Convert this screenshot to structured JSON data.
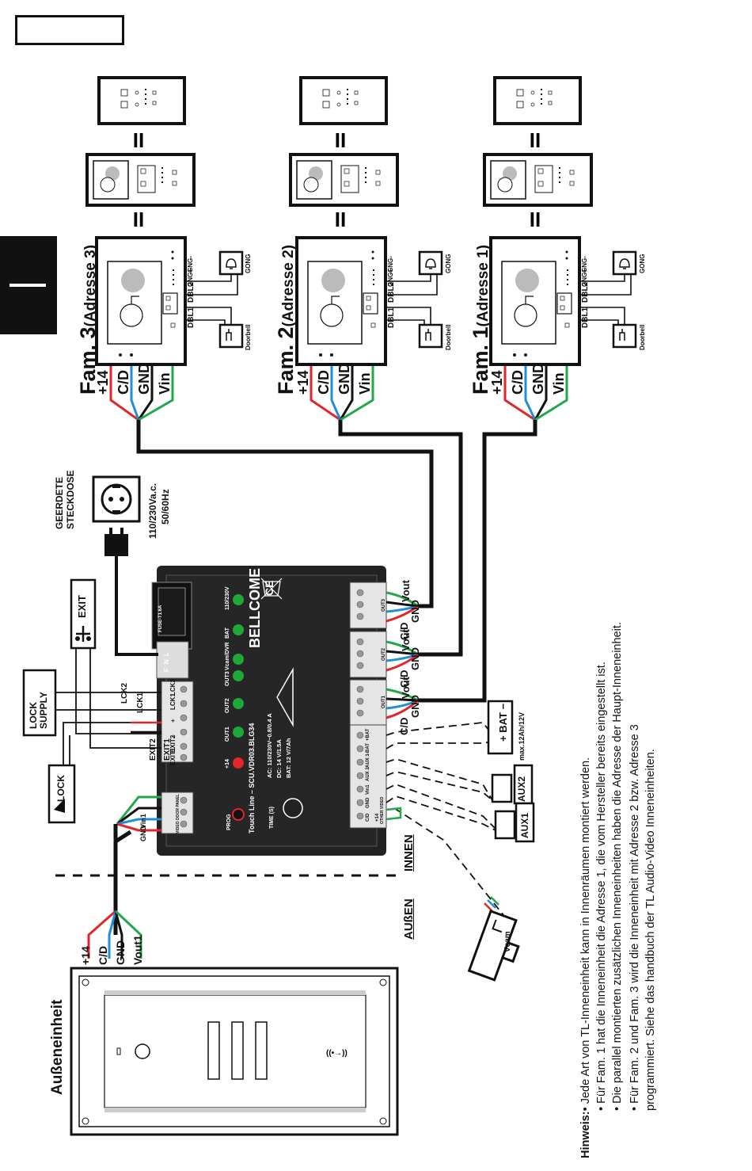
{
  "labels": {
    "outdoor_unit": "Außeneinheit",
    "inside": "INNEN",
    "outside": "AUßEN",
    "brand": "BELLCOME",
    "model": "Touch Line – SCU.VDR03.BLG34",
    "specs": [
      "AC: 110/230V~0.8/0.4 A",
      "DC: 14 V/1.5A",
      "BAT: 12 V/7Ah"
    ],
    "time": "TIME (S)",
    "prog": "PROG",
    "fuse": "FUSE-T1.6A",
    "socket_title": "GEERDETE STECKDOSE",
    "socket_voltage": "110/230Va.c.",
    "socket_freq": "50/60Hz",
    "exit": "EXIT",
    "lock_supply": "LOCK SUPPLY",
    "lock": "LOCK",
    "vcam": "Vcam",
    "aux1": "AUX1",
    "aux2": "AUX2",
    "bat": "BAT",
    "bat_spec": "max.12Ah/12V",
    "doorbell": "Doorbell",
    "gong": "GONG",
    "dbl1": "DBL1",
    "dbl2": "DBL2",
    "gnd_plus": "GNG+",
    "gnd_minus": "GNG-"
  },
  "families": [
    {
      "name": "Fam. 3",
      "address": "(Adresse 3)"
    },
    {
      "name": "Fam. 2",
      "address": "(Adresse 2)"
    },
    {
      "name": "Fam. 1",
      "address": "(Adresse 1)"
    }
  ],
  "wires_indoor": [
    "+14",
    "C/D",
    "GND",
    "Vin"
  ],
  "wires_outdoor": [
    "+14",
    "C/D",
    "GND",
    "Vout1"
  ],
  "leds": [
    "110/230V",
    "BAT",
    "Vcam/DVR",
    "OUT3",
    "OUT2",
    "OUT1",
    "+14"
  ],
  "terminals_out": [
    "Vout",
    "GND",
    "C/D",
    "+14"
  ],
  "terminals_out_names": [
    "OUT3",
    "OUT2",
    "OUT1"
  ],
  "terminals_bottom": [
    "+BAT",
    "-BAT",
    "AUX 1",
    "AUX 2",
    "Vin1",
    "GND",
    "C/D",
    "+14"
  ],
  "terminals_left": [
    "LCK2",
    "LCK1",
    "+",
    "-",
    "EXIT2",
    "EXIT1"
  ],
  "terminals_left_top": [
    "L",
    "N",
    "F"
  ],
  "other_video": "OTHER VIDEO",
  "video_door_panel": "VIDEO DOOR PANEL",
  "lock_term": [
    "LCK1",
    "LCK2"
  ],
  "exit_term": [
    "EXIT1",
    "EXIT2"
  ],
  "note": {
    "title": "Hinweis:",
    "lines": [
      "• Jede Art von TL-Inneneinheit kann in Innenräumen montiert werden.",
      "• Für Fam. 1 hat die Inneneinheit die Adresse 1, die vom Hersteller bereits eingestellt ist.",
      "• Die parallel montierten zusätzlichen Inneneinheiten haben die Adresse der Haupt-Inneneinheit.",
      "• Für Fam. 2 und Fam. 3 wird die Inneneinheit mit Adresse 2 bzw. Adresse 3",
      "  programmiert. Siehe das handbuch der TL Audio-Video Inneneinheiten."
    ]
  },
  "colors": {
    "red": "#e0262b",
    "blue": "#1f8fd6",
    "green": "#22a84a",
    "black": "#111111",
    "led": "#1fa83a",
    "led_red": "#e0262b"
  }
}
